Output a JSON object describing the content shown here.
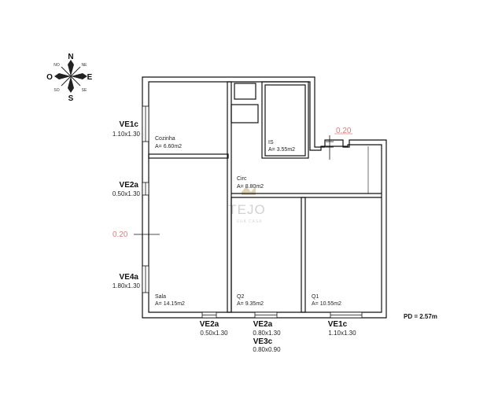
{
  "compass": {
    "n": "N",
    "s": "S",
    "e": "E",
    "w": "O",
    "ne": "NE",
    "no": "NO",
    "se": "SE",
    "so": "SO"
  },
  "rooms": {
    "cozinha": {
      "name": "Cozinha",
      "area": "A= 6.60m2"
    },
    "is": {
      "name": "IS",
      "area": "A= 3.55m2"
    },
    "circ": {
      "name": "Circ",
      "area": "A= 8.80m2"
    },
    "sala": {
      "name": "Sala",
      "area": "A= 14.15m2"
    },
    "q2": {
      "name": "Q2",
      "area": "A= 9.35m2"
    },
    "q1": {
      "name": "Q1",
      "area": "A= 10.55m2"
    }
  },
  "openings_left": [
    {
      "code": "VE1c",
      "size": "1.10x1.30"
    },
    {
      "code": "VE2a",
      "size": "0.50x1.30"
    },
    {
      "code": "VE4a",
      "size": "1.80x1.30"
    }
  ],
  "openings_bottom": [
    {
      "code": "VE2a",
      "size": "0.50x1.30"
    },
    {
      "code": "VE2a",
      "size": "0.80x1.30"
    },
    {
      "code": "VE3c",
      "size": "0.80x0.90"
    },
    {
      "code": "VE1c",
      "size": "1.10x1.30"
    }
  ],
  "wall_thickness_labels": {
    "left": "0.20",
    "top": "0.20"
  },
  "pd": "PD = 2.57m",
  "watermark": {
    "name": "TEJO",
    "tagline": "SUA CASA"
  }
}
